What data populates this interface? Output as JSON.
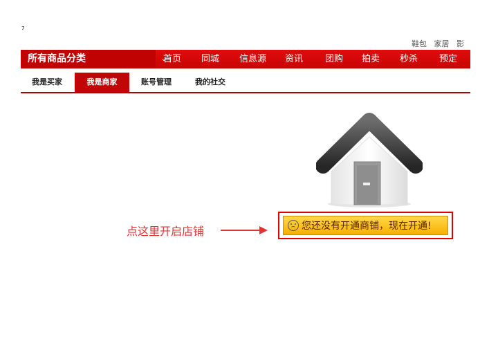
{
  "page_number": "7",
  "top_links": [
    "鞋包",
    "家居",
    "影"
  ],
  "category": {
    "label": "所有商品分类",
    "arrow": "⌄"
  },
  "nav": [
    "首页",
    "同城",
    "信息源",
    "资讯",
    "团购",
    "拍卖",
    "秒杀",
    "预定"
  ],
  "tabs": [
    "我是买家",
    "我是商家",
    "账号管理",
    "我的社交"
  ],
  "active_tab_index": 1,
  "annotation": "点这里开启店铺",
  "cta_label": "您还没有开通商铺，现在开通!",
  "colors": {
    "nav_red": "#d40808",
    "cta_yellow": "#ffcc22",
    "annotation_red": "#e23333"
  }
}
